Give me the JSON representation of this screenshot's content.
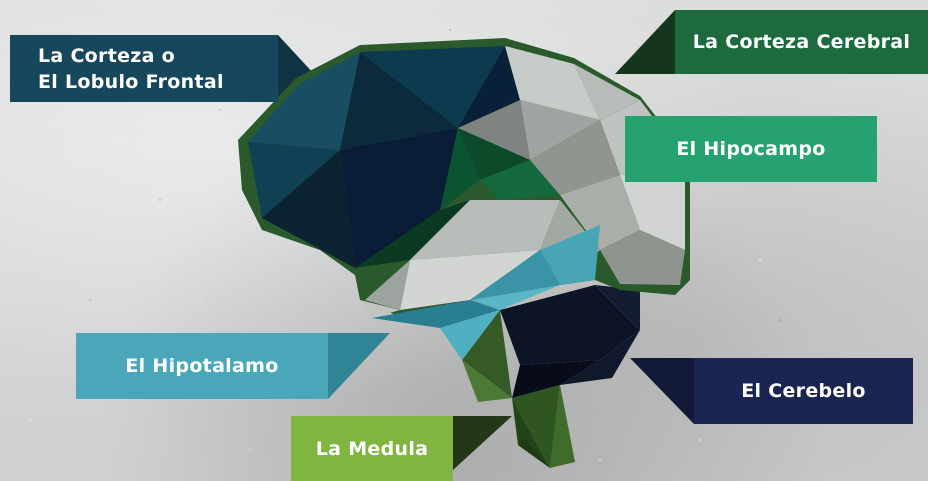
{
  "labels": {
    "frontal_line1": "La Corteza o",
    "frontal_line2": "El Lobulo Frontal",
    "cerebral_cortex": "La Corteza Cerebral",
    "hippocampus": "El Hipocampo",
    "hypothalamus": "El Hipotalamo",
    "cerebellum": "El Cerebelo",
    "medulla": "La Medula"
  },
  "colors": {
    "frontal": "#16475a",
    "cerebral_cortex": "#1c6a3e",
    "hippocampus": "#25a270",
    "hypothalamus": "#4aa7ba",
    "cerebellum": "#1b2552",
    "medulla": "#81b440",
    "outline": "#2a5a2c"
  }
}
